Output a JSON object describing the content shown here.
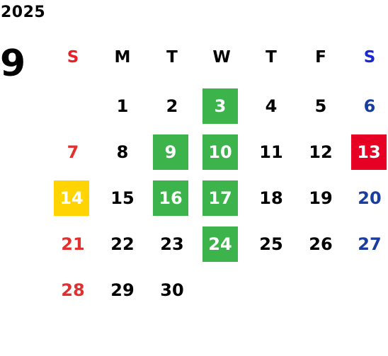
{
  "year": "2025",
  "month": "9",
  "weekdays": [
    "S",
    "M",
    "T",
    "W",
    "T",
    "F",
    "S"
  ],
  "days": {
    "d1": "1",
    "d2": "2",
    "d3": "3",
    "d4": "4",
    "d5": "5",
    "d6": "6",
    "d7": "7",
    "d8": "8",
    "d9": "9",
    "d10": "10",
    "d11": "11",
    "d12": "12",
    "d13": "13",
    "d14": "14",
    "d15": "15",
    "d16": "16",
    "d17": "17",
    "d18": "18",
    "d19": "19",
    "d20": "20",
    "d21": "21",
    "d22": "22",
    "d23": "23",
    "d24": "24",
    "d25": "25",
    "d26": "26",
    "d27": "27",
    "d28": "28",
    "d29": "29",
    "d30": "30"
  },
  "colors": {
    "green_highlight": "#3cb44b",
    "red_highlight": "#e60023",
    "yellow_highlight": "#ffd400",
    "sunday_text": "#e03030",
    "saturday_text": "#1a3ea0"
  }
}
